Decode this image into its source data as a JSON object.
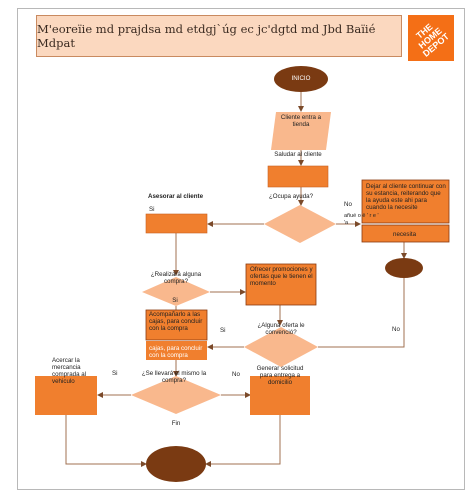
{
  "title": "M'eoreïie md prajdsa md etdgj`úg ec jc'dgtd md Jbd Baïié Mdpat",
  "logo": {
    "text": "THE HOME DEPOT",
    "color": "#f46f16",
    "icon": "home-depot-logo"
  },
  "colors": {
    "accent": "#f07f2e",
    "decision": "#f9b88d",
    "terminal": "#7a3a12",
    "title_bg": "#fbd8bf"
  },
  "nodes": {
    "inicio": "INICIO",
    "cliente_entra": "Cliente entra a tienda",
    "saludar": "Saludar al cliente",
    "ocupa_ayuda": "¿Ocupa ayuda?",
    "asesorar": "Asesorar al cliente",
    "dejar_cliente": "Dejar al cliente continuar con su estancia, reiterando que la ayuda este ahi para cuando la necesite",
    "necesita_pre": "añué o ē ' r e ' 'a",
    "necesita": "necesita",
    "realizara_compra": "¿Realizará alguna compra?",
    "ofrecer_promociones": "Ofrecer promociones y ofertas que le tienen el momento",
    "acompanarlo": "Acompañarlo a las cajas, para concluir con la compra",
    "acompanarlo_dup": "cajas, para concluir con la compra",
    "alguna_oferta": "¿Alguna oferta le convenció?",
    "se_llevara": "¿Se llevará el mismo la compra?",
    "acercar_mercancia": "Acercar la mercancia comprada al vehiculo",
    "generar_solicitud": "Generar solicitud para entrega a domicilio",
    "fin": "Fin"
  },
  "edge_labels": {
    "si": "Si",
    "no": "No"
  }
}
